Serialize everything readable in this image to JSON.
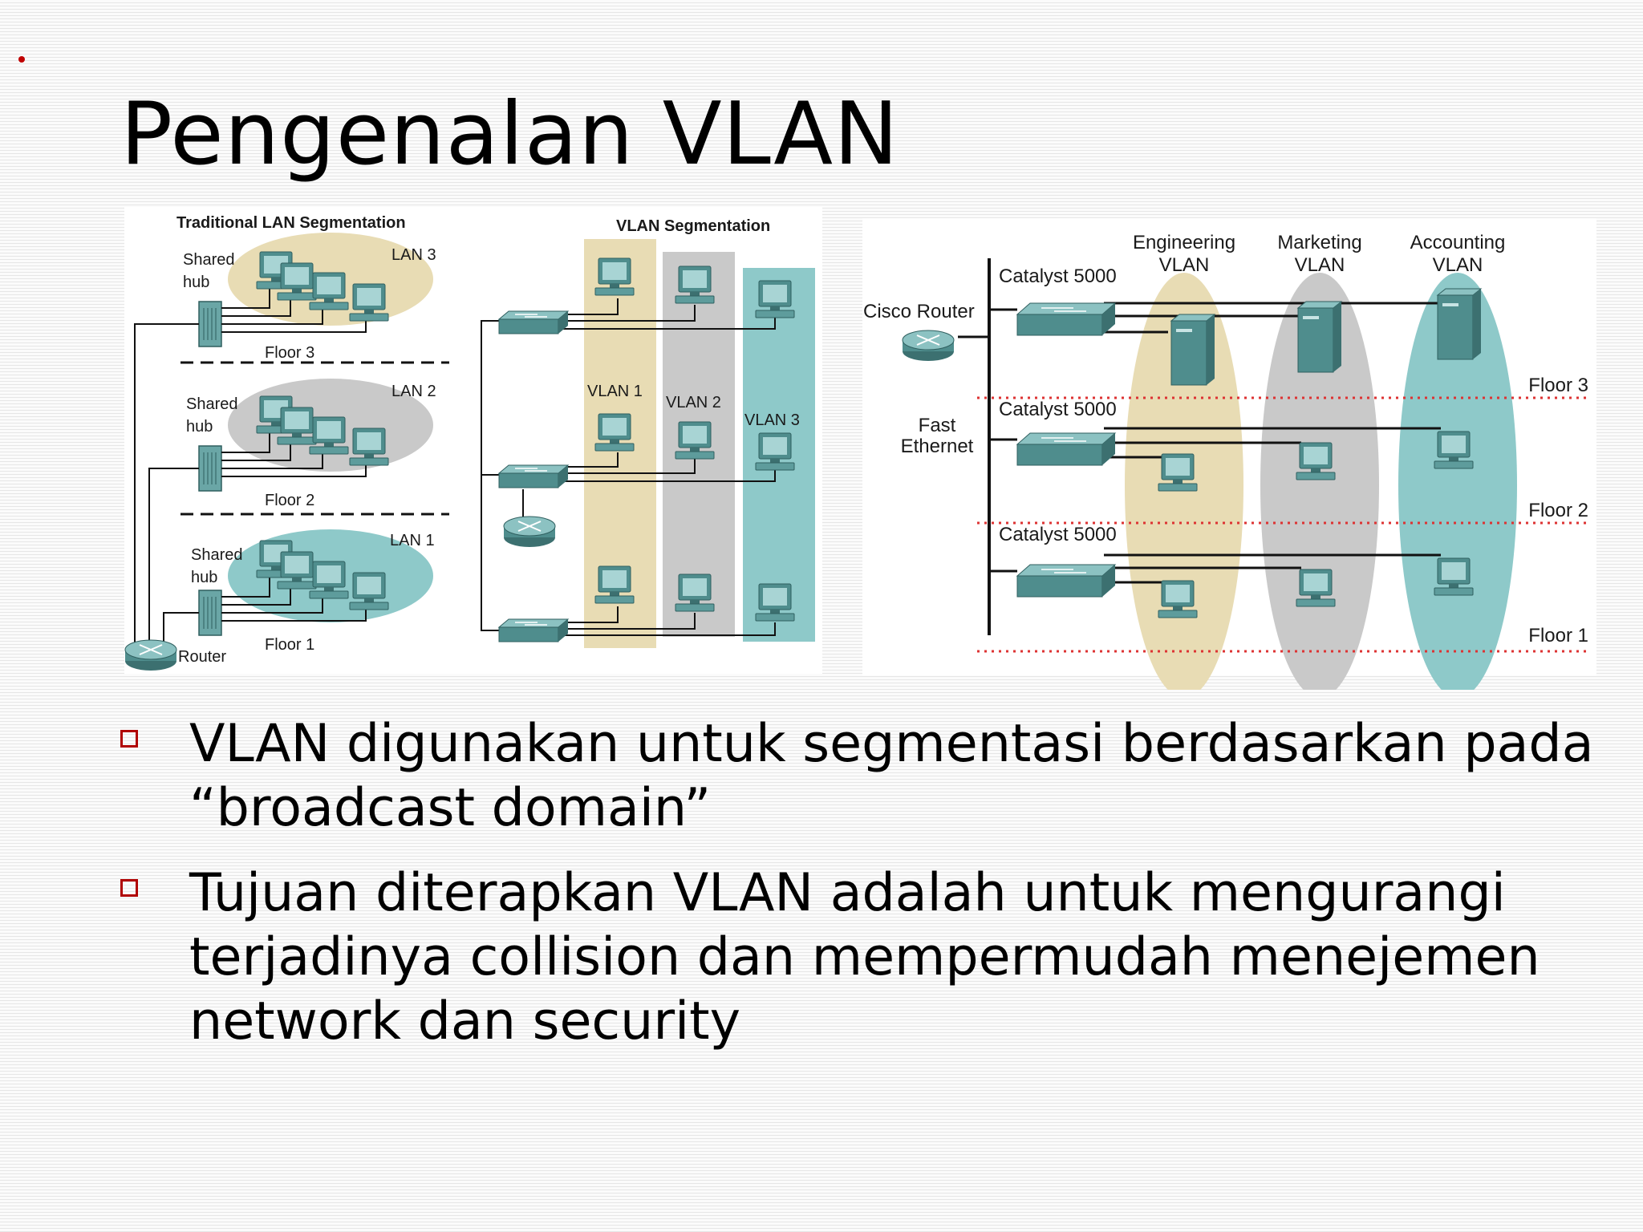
{
  "slide": {
    "title": "Pengenalan VLAN",
    "bullets": [
      "VLAN digunakan untuk segmentasi berdasarkan pada “broadcast domain”",
      "Tujuan diterapkan VLAN adalah untuk mengurangi terjadinya collision dan mempermudah menejemen network dan security"
    ]
  },
  "traditional": {
    "title": "Traditional LAN Segmentation",
    "shared_hub": [
      "Shared",
      "hub"
    ],
    "lans": [
      "LAN 3",
      "LAN 2",
      "LAN 1"
    ],
    "floors": [
      "Floor 3",
      "Floor 2",
      "Floor 1"
    ],
    "router": "Router"
  },
  "vlanseg": {
    "title": "VLAN Segmentation",
    "vlans": [
      "VLAN 1",
      "VLAN 2",
      "VLAN 3"
    ]
  },
  "right": {
    "vlans": [
      [
        "Engineering",
        "VLAN"
      ],
      [
        "Marketing",
        "VLAN"
      ],
      [
        "Accounting",
        "VLAN"
      ]
    ],
    "cisco_router": "Cisco Router",
    "catalyst": "Catalyst 5000",
    "fast_ethernet": [
      "Fast",
      "Ethernet"
    ],
    "floors": [
      "Floor 3",
      "Floor 2",
      "Floor 1"
    ]
  },
  "colors": {
    "beige": "#e8dcb4",
    "gray": "#c9c9c9",
    "teal": "#8ec9c9",
    "device": "#4f8d8d",
    "bullet": "#b00000"
  }
}
